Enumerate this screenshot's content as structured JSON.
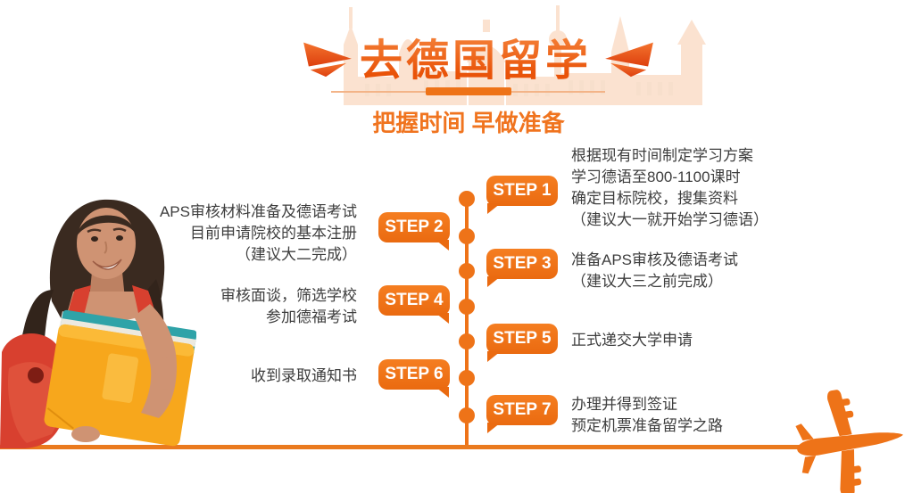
{
  "header": {
    "title": "去德国留学",
    "subtitle": "把握时间 早做准备"
  },
  "steps": [
    {
      "label": "STEP 1",
      "side": "right",
      "lines": [
        "根据现有时间制定学习方案",
        "学习德语至800-1100课时",
        "确定目标院校，搜集资料",
        "（建议大一就开始学习德语）"
      ]
    },
    {
      "label": "STEP 2",
      "side": "left",
      "lines": [
        "APS审核材料准备及德语考试",
        "目前申请院校的基本注册",
        "（建议大二完成）"
      ]
    },
    {
      "label": "STEP 3",
      "side": "right",
      "lines": [
        "准备APS审核及德语考试",
        "（建议大三之前完成）"
      ]
    },
    {
      "label": "STEP 4",
      "side": "left",
      "lines": [
        "审核面谈，筛选学校",
        "参加德福考试"
      ]
    },
    {
      "label": "STEP 5",
      "side": "right",
      "lines": [
        "正式递交大学申请"
      ]
    },
    {
      "label": "STEP 6",
      "side": "left",
      "lines": [
        "收到录取通知书"
      ]
    },
    {
      "label": "STEP 7",
      "side": "right",
      "lines": [
        "办理并得到签证",
        "预定机票准备留学之路"
      ]
    }
  ],
  "icons": {
    "left_decoration": "paper-plane-arrow",
    "right_decoration": "paper-plane-arrow",
    "airplane": "jet-airplane-silhouette",
    "background": "german-city-skyline",
    "photo": "female-student-with-red-backpack-holding-orange-folder"
  },
  "colors": {
    "primary_orange": "#EE7318",
    "title_gradient_top": "#F78C44",
    "title_gradient_bottom": "#E95309",
    "underline_light": "#F3B488",
    "step_text": "#3E3E3E",
    "badge_text": "#FFFFFF",
    "folder_orange": "#F7A71C",
    "book_teal": "#2FA3A8",
    "backpack_red": "#D8402F"
  }
}
